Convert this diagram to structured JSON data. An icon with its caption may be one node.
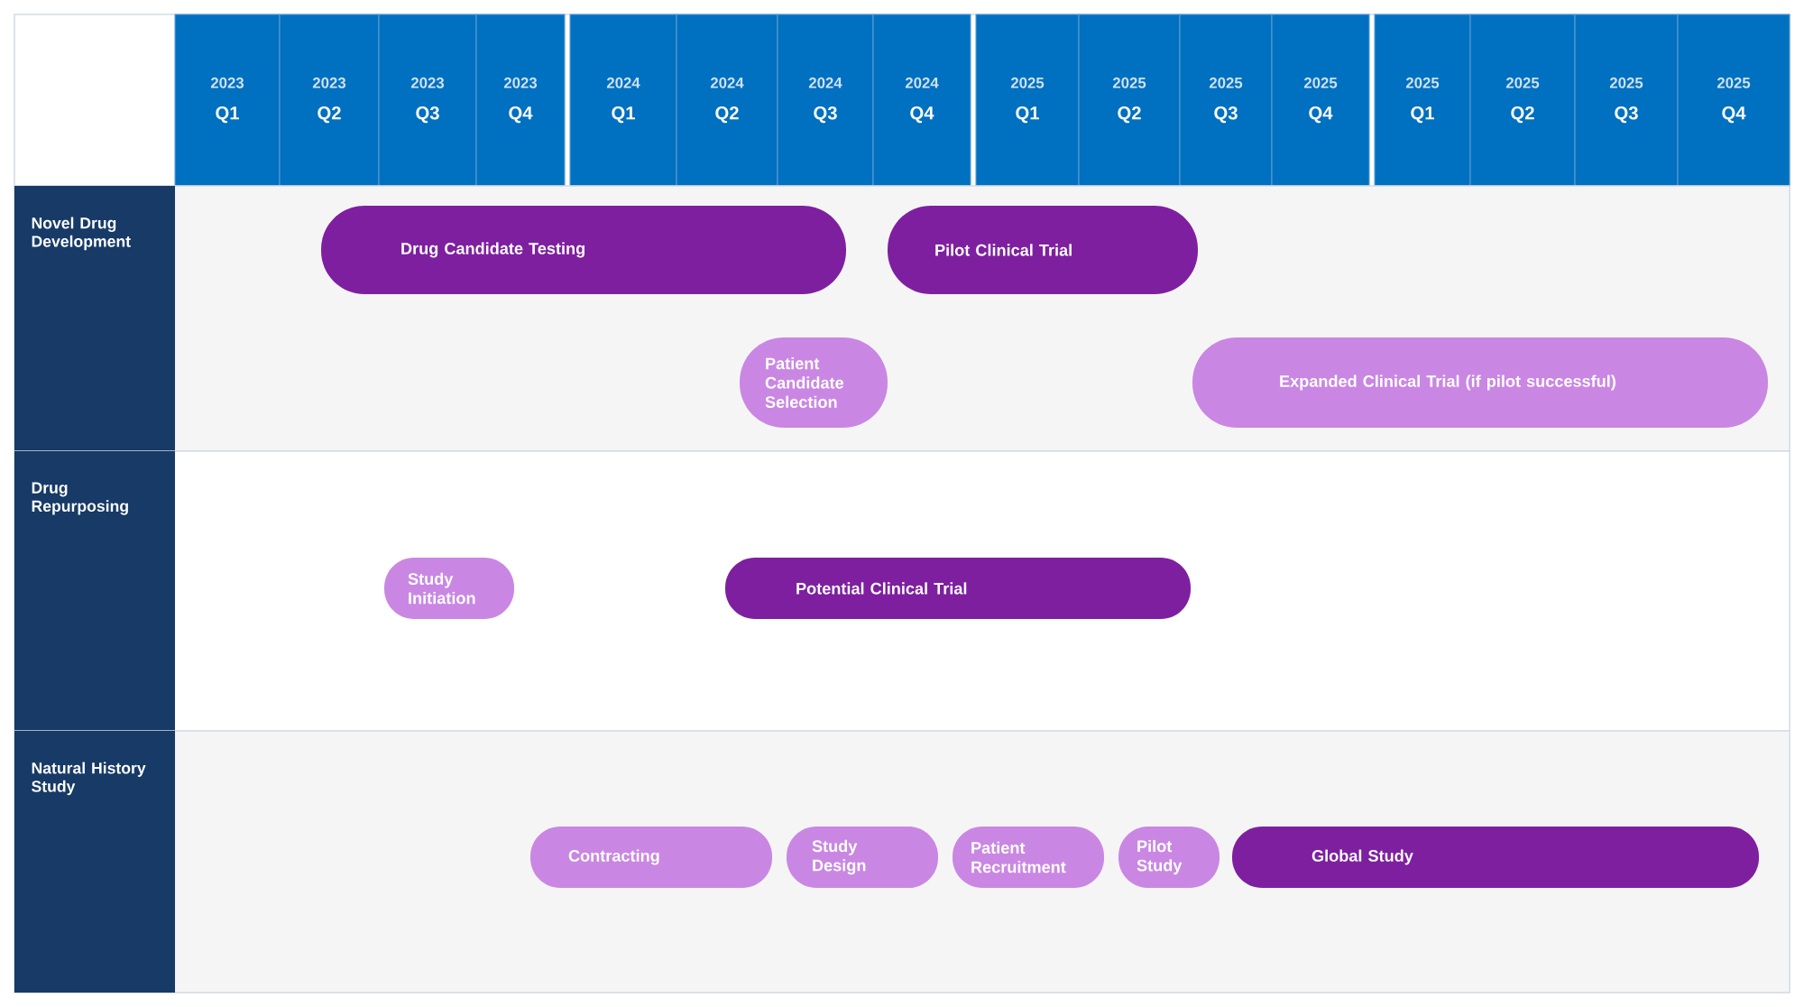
{
  "diagram": {
    "nodes": [
      {
        "text": [
          "2023",
          "Q1"
        ]
      },
      {
        "text": [
          "2023",
          "Q2"
        ]
      },
      {
        "text": [
          "2023",
          "Q3"
        ]
      },
      {
        "text": [
          "2023",
          "Q4"
        ]
      },
      {
        "text": [
          "2024",
          "Q1"
        ]
      },
      {
        "text": [
          "2024",
          "Q2"
        ]
      },
      {
        "text": [
          "2024",
          "Q3"
        ]
      },
      {
        "text": [
          "2024",
          "Q4"
        ]
      },
      {
        "text": [
          "2025",
          "Q1"
        ]
      },
      {
        "text": [
          "2025",
          "Q2"
        ]
      },
      {
        "text": [
          "2025",
          "Q3"
        ]
      },
      {
        "text": [
          "2025",
          "Q4"
        ]
      },
      {
        "text": [
          "2025",
          "Q1"
        ]
      },
      {
        "text": [
          "2025",
          "Q2"
        ]
      },
      {
        "text": [
          "2025",
          "Q3"
        ]
      },
      {
        "text": [
          "2025",
          "Q4"
        ]
      },
      {
        "text": [
          "Novel Drug Development"
        ]
      },
      {
        "text": [
          "Drug Repurposing"
        ]
      },
      {
        "text": [
          "Natural History Study"
        ]
      },
      {
        "text": [
          "Drug Candidate Testing"
        ],
        "in": 16
      },
      {
        "text": [
          "Pilot Clinical Trial"
        ],
        "in": 16
      },
      {
        "text": [
          "Patient Candidate Selection"
        ],
        "in": 16
      },
      {
        "text": [
          "Expanded Clinical Trial (if pilot successful)"
        ],
        "in": 16
      },
      {
        "text": [
          "Study Initiation"
        ],
        "in": 17
      },
      {
        "text": [
          "Potential Clinical Trial"
        ],
        "in": 17
      },
      {
        "text": [
          "Contracting"
        ],
        "in": 18
      },
      {
        "text": [
          "Study Design"
        ],
        "in": 18
      },
      {
        "text": [
          "Patient Recruitment"
        ],
        "in": 18
      },
      {
        "text": [
          "Pilot Study"
        ],
        "in": 18
      },
      {
        "text": [
          "Global Study"
        ],
        "in": 18
      }
    ]
  }
}
